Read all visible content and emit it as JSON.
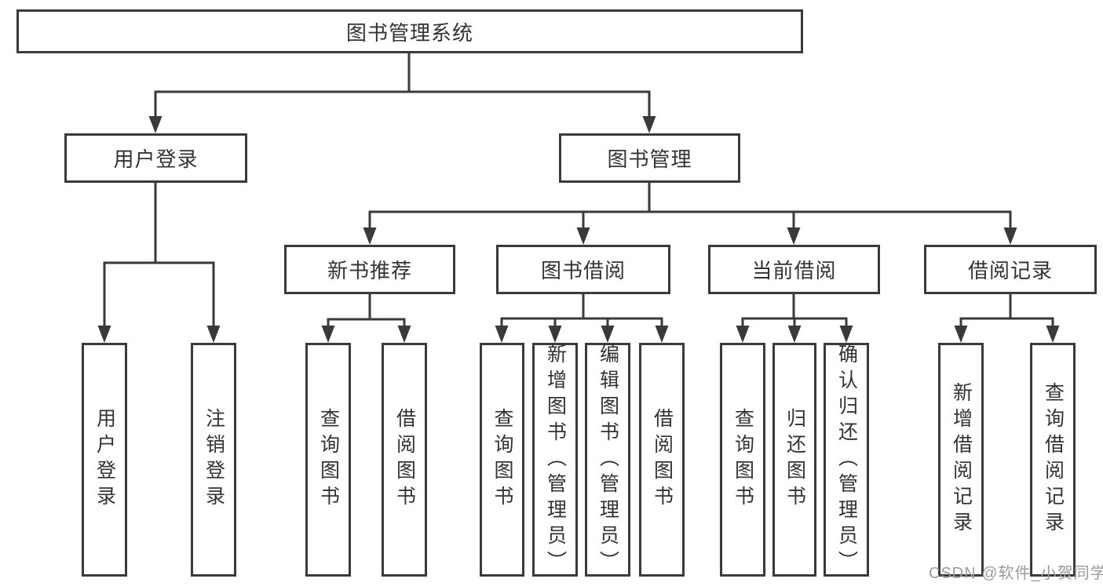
{
  "diagram": {
    "root": {
      "label": "图书管理系统"
    },
    "level2": {
      "user_login": {
        "label": "用户登录"
      },
      "book_mgmt": {
        "label": "图书管理"
      }
    },
    "level3": {
      "new_book": {
        "label": "新书推荐"
      },
      "book_borrow": {
        "label": "图书借阅"
      },
      "cur_borrow": {
        "label": "当前借阅"
      },
      "borrow_rec": {
        "label": "借阅记录"
      }
    },
    "leaves": {
      "login": {
        "label": "用户登录"
      },
      "logout": {
        "label": "注销登录"
      },
      "nb_query": {
        "label": "查询图书"
      },
      "nb_borrow": {
        "label": "借阅图书"
      },
      "bb_query": {
        "label": "查询图书"
      },
      "bb_add": {
        "label": "新增图书（管理员）"
      },
      "bb_edit": {
        "label": "编辑图书（管理员）"
      },
      "bb_borrow": {
        "label": "借阅图书"
      },
      "cb_query": {
        "label": "查询图书"
      },
      "cb_return": {
        "label": "归还图书"
      },
      "cb_confirm": {
        "label": "确认归还（管理员）"
      },
      "br_add": {
        "label": "新增借阅记录"
      },
      "br_query": {
        "label": "查询借阅记录"
      }
    },
    "colors": {
      "line": "#3a3a3a",
      "text": "#333333",
      "box_background": "#ffffff",
      "watermark": "#9c9c9c"
    }
  },
  "watermark": {
    "text": "CSDN @软件_小贺同学"
  }
}
